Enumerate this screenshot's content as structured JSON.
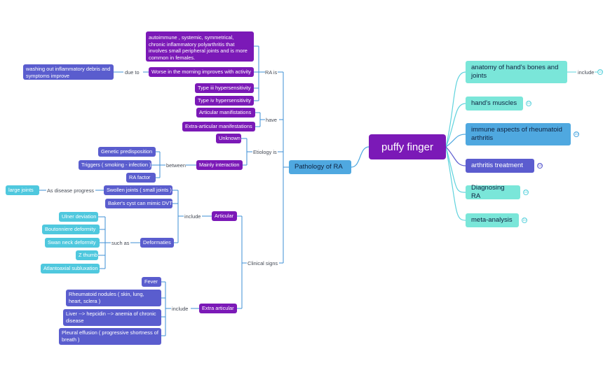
{
  "central": "puffy finger",
  "topics": {
    "anatomy": "anatomy of hand's bones and joints",
    "anatomy_relation": "include",
    "muscles": "hand's muscles",
    "immune": "immune aspects of rheumatoid arthritis",
    "treatment": "arthritis treatment",
    "diagnosing": "Diagnosing RA",
    "meta": "meta-analysis",
    "pathology": "Pathology of RA"
  },
  "ra_is": {
    "label": "RA is",
    "definition": "autoimmune , systemic, symmetrical, chronic inflammatory polyarthritis that involves small peripheral joints and is more common in females.",
    "worse_morning": "Worse in the morning improves with activity",
    "due_to": "due to",
    "washing": "washing out inflammatory debris and symptoms improve",
    "type3": "Type iii hypersensitivity",
    "type4": "Type iv hypersensitivity"
  },
  "have": {
    "label": "have",
    "articular": "Articular manifistations",
    "extra": "Extra-articular manifestations"
  },
  "etiology": {
    "label": "Etiology is",
    "unknown": "Unknown",
    "mainly": "Mainly interaction",
    "between": "between",
    "genetic": "Genetic predisposition",
    "triggers": "Triggers ( smoking - infection )",
    "ra_factor": "RA factor"
  },
  "clinical": {
    "label": "Clinical signs",
    "articular": "Articular",
    "include": "include",
    "swollen": "Swollen joints ( small joints )",
    "as_progress": "As disease progress",
    "large": "large joints",
    "bakers": "Baker's cyst can mimic DVT",
    "deformities": "Deformaties",
    "such_as": "such as",
    "ulner": "Ulner deviation",
    "boutonniere": "Boutonniere deformity",
    "swan": "Swan neck deformity",
    "zthumb": "Z thumb",
    "atlanto": "Atlantoaxial subluxation",
    "extra": "Extra articular",
    "extra_include": "include",
    "fever": "Fever",
    "nodules": "Rheumatoid nodules ( skin, lung, heart, sclera )",
    "liver": "Liver --> hepcidin --> anemia of chronic disease",
    "pleural": "Pleural effusion  ( progressive shortness of breath )"
  },
  "badges": {
    "anatomy": "10",
    "muscles": "10",
    "immune": "10",
    "treatment": "10",
    "diagnosing": "10",
    "meta": "10"
  },
  "colors": {
    "wire": "#3d8fd6",
    "cyan_wire": "#5fd3dd",
    "purple": "#7b19b7",
    "indigo": "#5a5dce",
    "cyan": "#4fc8de"
  }
}
